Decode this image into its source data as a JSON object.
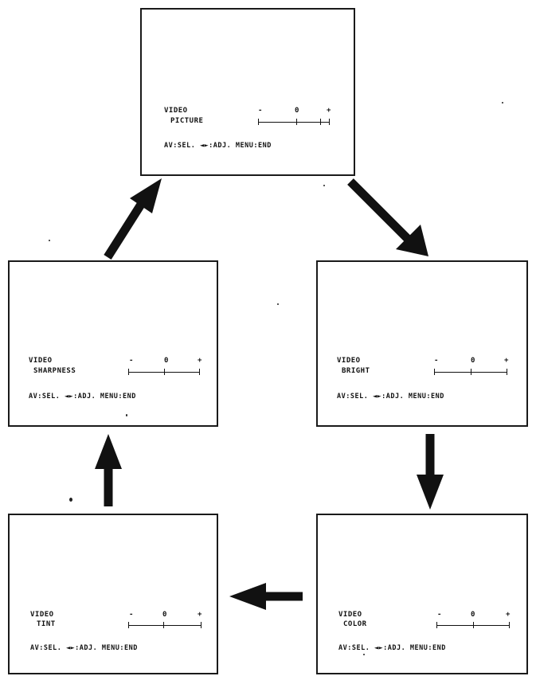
{
  "screens": [
    {
      "id": "picture",
      "title": "VIDEO",
      "parameter": "PICTURE",
      "minus": "-",
      "value": "0",
      "plus": "+",
      "help": "AV:SEL. ◄►:ADJ. MENU:END"
    },
    {
      "id": "bright",
      "title": "VIDEO",
      "parameter": "BRIGHT",
      "minus": "-",
      "value": "0",
      "plus": "+",
      "help": "AV:SEL. ◄►:ADJ. MENU:END"
    },
    {
      "id": "color",
      "title": "VIDEO",
      "parameter": "COLOR",
      "minus": "-",
      "value": "0",
      "plus": "+",
      "help": "AV:SEL. ◄►:ADJ. MENU:END"
    },
    {
      "id": "tint",
      "title": "VIDEO",
      "parameter": "TINT",
      "minus": "-",
      "value": "0",
      "plus": "+",
      "help": "AV:SEL. ◄►:ADJ. MENU:END"
    },
    {
      "id": "sharpness",
      "title": "VIDEO",
      "parameter": "SHARPNESS",
      "minus": "-",
      "value": "0",
      "plus": "+",
      "help": "AV:SEL. ◄►:ADJ. MENU:END"
    }
  ],
  "flow": [
    {
      "from": "picture",
      "to": "bright"
    },
    {
      "from": "bright",
      "to": "color"
    },
    {
      "from": "color",
      "to": "tint"
    },
    {
      "from": "tint",
      "to": "sharpness"
    },
    {
      "from": "sharpness",
      "to": "picture"
    }
  ],
  "colors": {
    "ink": "#111111",
    "background": "#ffffff"
  },
  "icons": {
    "flow_arrow": "arrow-icon"
  }
}
